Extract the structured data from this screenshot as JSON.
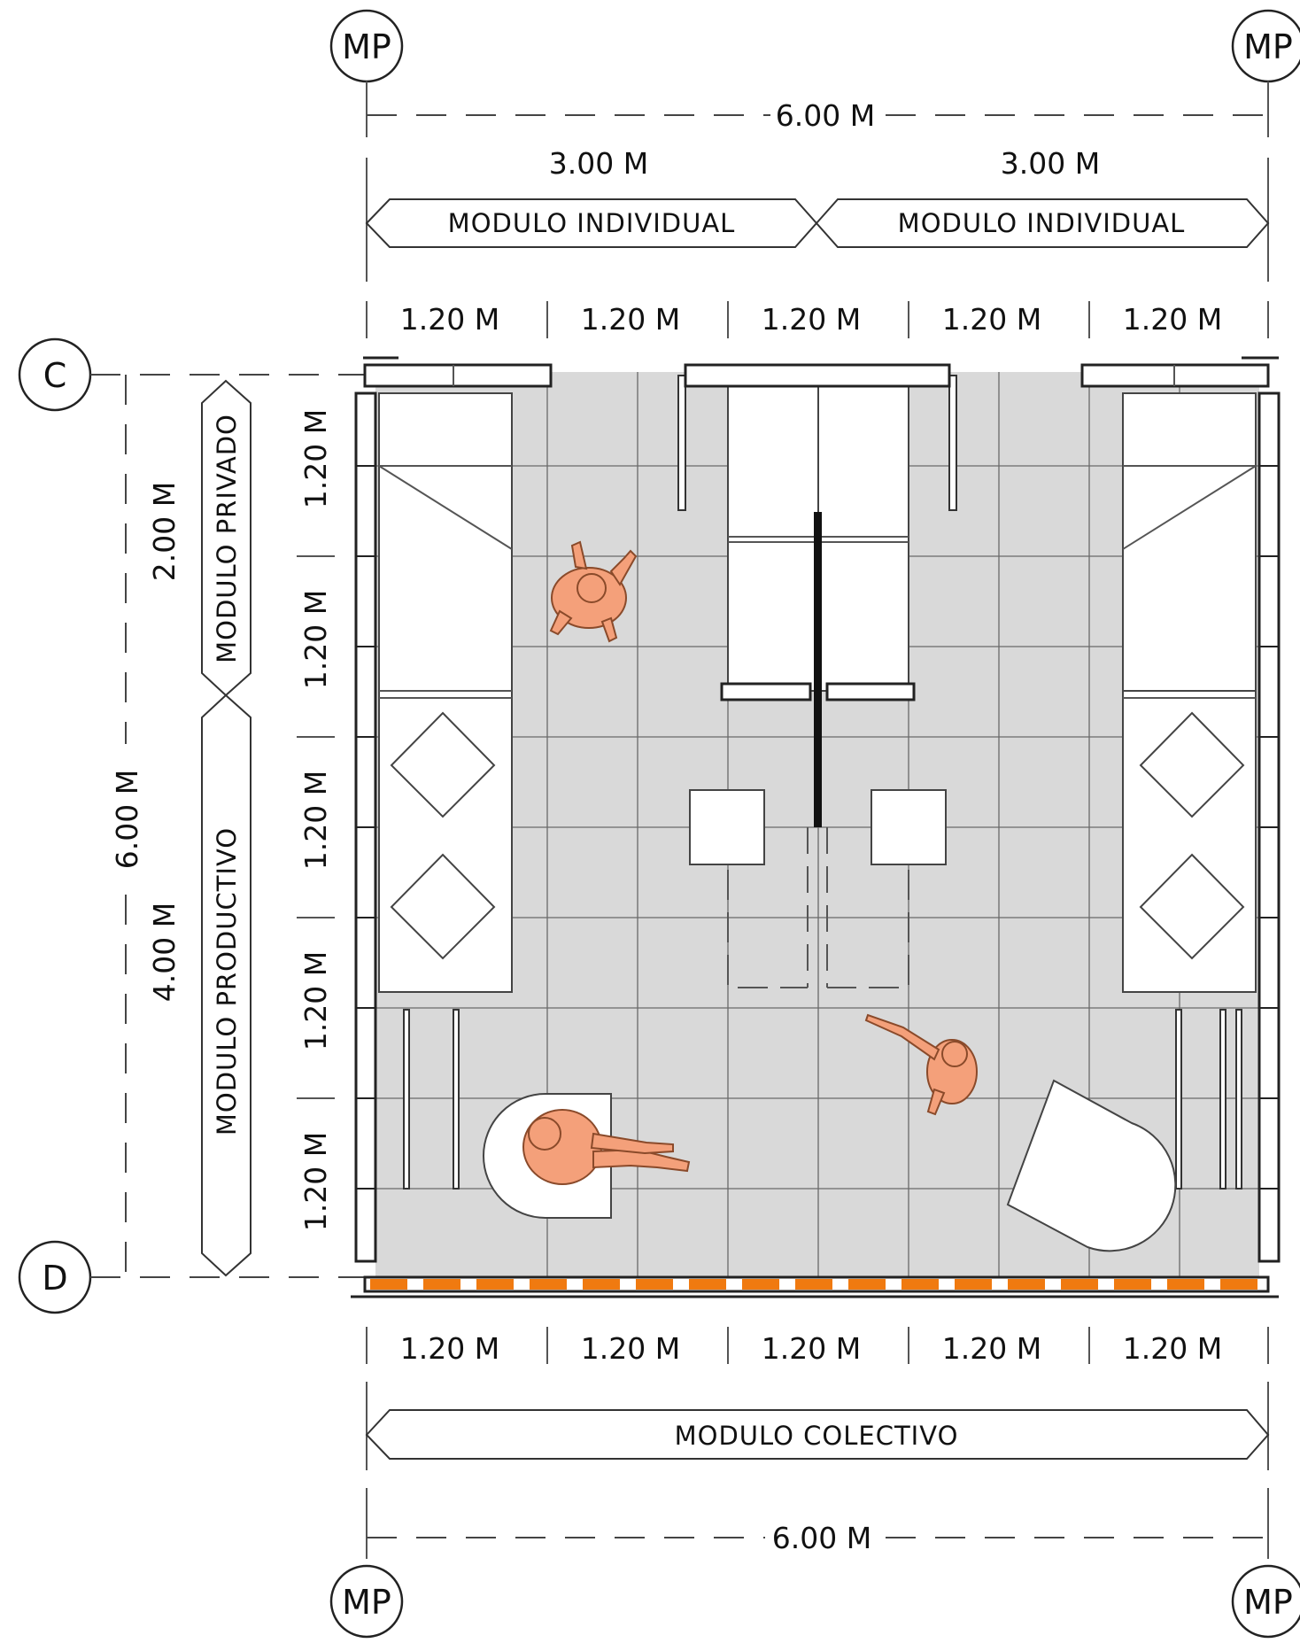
{
  "grid_labels": {
    "mp": "MP",
    "c": "C",
    "d": "D"
  },
  "top": {
    "total": "6.00 M",
    "halves": [
      "3.00 M",
      "3.00 M"
    ],
    "modules": [
      "MODULO INDIVIDUAL",
      "MODULO INDIVIDUAL"
    ],
    "bays": [
      "1.20 M",
      "1.20 M",
      "1.20 M",
      "1.20 M",
      "1.20 M"
    ]
  },
  "bottom": {
    "bays": [
      "1.20 M",
      "1.20 M",
      "1.20 M",
      "1.20 M",
      "1.20 M"
    ],
    "module": "MODULO COLECTIVO",
    "total": "6.00 M"
  },
  "left": {
    "total": "6.00 M",
    "private_dim": "2.00 M",
    "productive_dim": "4.00 M",
    "private_module": "MODULO PRIVADO",
    "productive_module": "MODULO PRODUCTIVO",
    "rows": [
      "1.20 M",
      "1.20 M",
      "1.20 M",
      "1.20 M",
      "1.20 M"
    ]
  },
  "colors": {
    "floor": "#d9d9d9",
    "grid_line": "#666666",
    "accent": "#f07a10",
    "figure": "#f4a07a"
  }
}
